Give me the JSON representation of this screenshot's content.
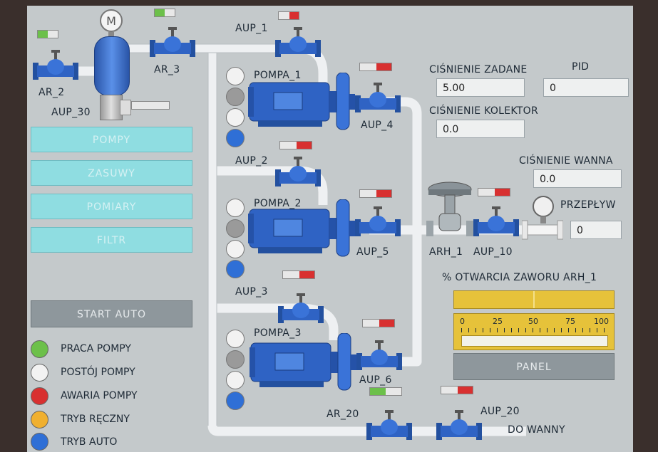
{
  "colors": {
    "screen_bg": "#c4c9cb",
    "pipe": "#eef0f2",
    "equipment_blue": "#2f63c4",
    "menu_button": "#8fdde1",
    "gray_button": "#8e979c",
    "bar_yellow": "#e6c23a",
    "lamp_green": "#6cc04a",
    "lamp_white": "#f2f2f2",
    "lamp_gray": "#9a9a9a",
    "lamp_red": "#d83030",
    "lamp_yellow": "#f0b030",
    "lamp_blue": "#2f6fd6"
  },
  "labels": {
    "ar_2": "AR_2",
    "aup_30": "AUP_30",
    "ar_3": "AR_3",
    "aup_1": "AUP_1",
    "aup_4": "AUP_4",
    "aup_2": "AUP_2",
    "aup_5": "AUP_5",
    "aup_3": "AUP_3",
    "aup_6": "AUP_6",
    "ar_20": "AR_20",
    "aup_20": "AUP_20",
    "arh_1": "ARH_1",
    "aup_10": "AUP_10",
    "pompa_1": "POMPA_1",
    "pompa_2": "POMPA_2",
    "pompa_3": "POMPA_3",
    "do_wanny": "DO WANNY",
    "tank_m": "M"
  },
  "menu": {
    "pompy": "POMPY",
    "zasuwy": "ZASUWY",
    "pomiary": "POMIARY",
    "filtr": "FILTR",
    "start_auto": "START AUTO",
    "panel": "PANEL"
  },
  "readouts": {
    "cisnienie_zadane": {
      "label": "CIŚNIENIE ZADANE",
      "value": "5.00"
    },
    "pid": {
      "label": "PID",
      "value": "0"
    },
    "cisnienie_kolektor": {
      "label": "CIŚNIENIE KOLEKTOR",
      "value": "0.0"
    },
    "cisnienie_wanna": {
      "label": "CIŚNIENIE WANNA",
      "value": "0.0"
    },
    "przeplyw": {
      "label": "PRZEPŁYW",
      "value": "0"
    }
  },
  "valve_opening": {
    "title": "% OTWARCIA ZAWORU ARH_1",
    "scale": [
      "0",
      "25",
      "50",
      "75",
      "100"
    ],
    "percent": 0
  },
  "legend": [
    {
      "text": "PRACA POMPY",
      "color": "#6cc04a"
    },
    {
      "text": "POSTÓJ POMPY",
      "color": "#f2f2f2"
    },
    {
      "text": "AWARIA POMPY",
      "color": "#d83030"
    },
    {
      "text": "TRYB RĘCZNY",
      "color": "#f0b030"
    },
    {
      "text": "TRYB AUTO",
      "color": "#2f6fd6"
    }
  ]
}
